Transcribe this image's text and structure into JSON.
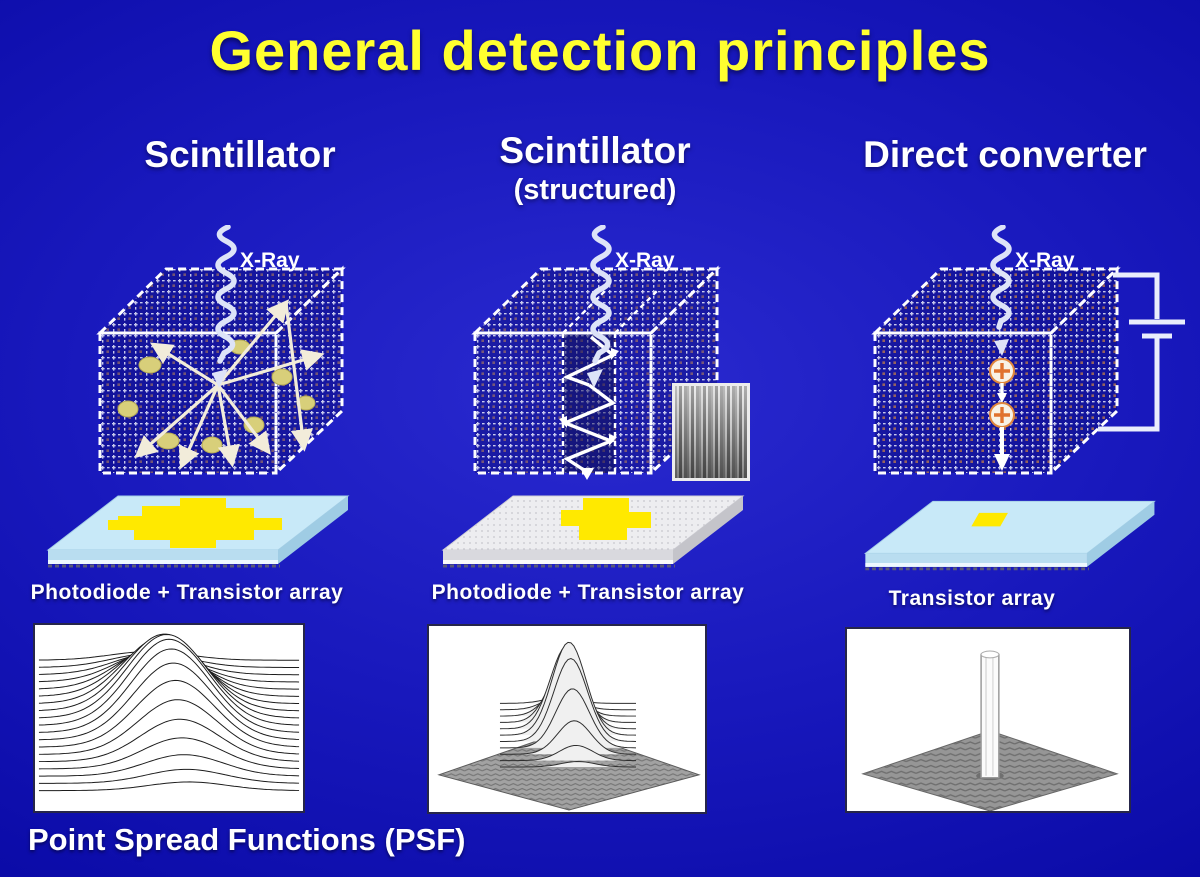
{
  "slide": {
    "title": "General detection principles",
    "footer": "Point Spread Functions (PSF)",
    "title_color": "#ffff2f",
    "background_color": "#1818bc",
    "text_color": "#ffffff"
  },
  "columns": [
    {
      "header": "Scintillator",
      "subheader": "",
      "xray_label": "X-Ray",
      "sensor_label": "Photodiode + Transistor array",
      "cube_icon": "scintillator-cube-with-scattered-light-icon",
      "psf_icon": "wide-gaussian-psf-surface-icon"
    },
    {
      "header": "Scintillator",
      "subheader": "(structured)",
      "xray_label": "X-Ray",
      "sensor_label": "Photodiode + Transistor array",
      "cube_icon": "structured-scintillator-cube-with-channeled-light-icon",
      "inset_icon": "needle-structure-micrograph",
      "psf_icon": "narrow-gaussian-psf-surface-icon"
    },
    {
      "header": "Direct converter",
      "subheader": "",
      "xray_label": "X-Ray",
      "sensor_label": "Transistor array",
      "cube_icon": "direct-converter-cube-with-charge-drift-icon",
      "circuit_icon": "bias-voltage-battery-circuit-icon",
      "psf_icon": "delta-function-psf-column-icon"
    }
  ]
}
